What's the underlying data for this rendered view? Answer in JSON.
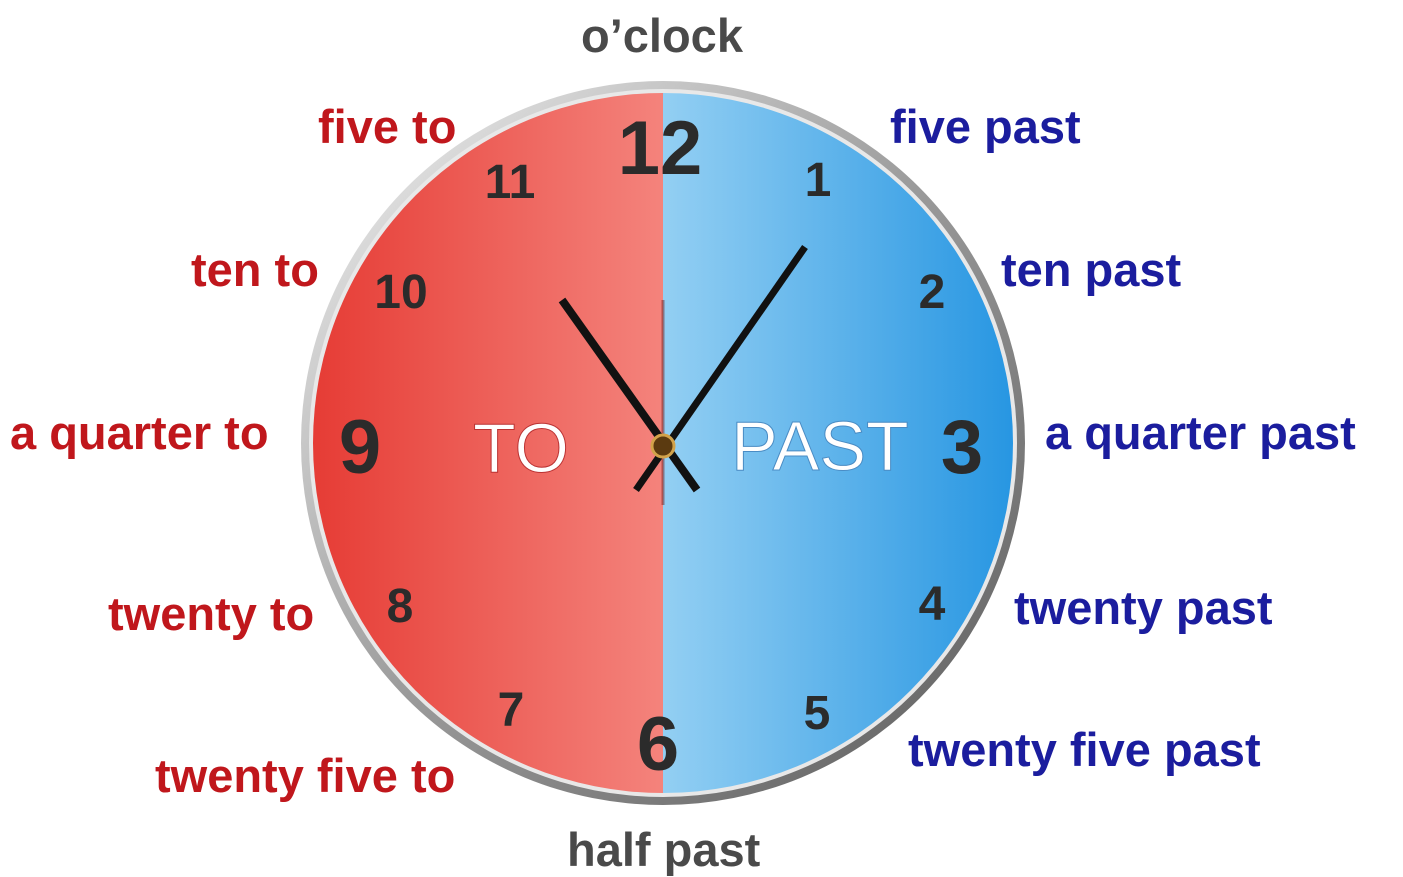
{
  "labels": {
    "oclock": "o’clock",
    "half_past": "half past",
    "to": {
      "five_to": "five to",
      "ten_to": "ten to",
      "quarter_to": "a quarter to",
      "twenty_to": "twenty to",
      "twenty_five_to": "twenty five to"
    },
    "past": {
      "five_past": "five past",
      "ten_past": "ten past",
      "quarter_past": "a quarter past",
      "twenty_past": "twenty past",
      "twenty_five_past": "twenty five past"
    }
  },
  "clock": {
    "numbers": [
      "12",
      "1",
      "2",
      "3",
      "4",
      "5",
      "6",
      "7",
      "8",
      "9",
      "10",
      "11"
    ],
    "to_text": "TO",
    "past_text": "PAST"
  },
  "colors": {
    "to_label": "#c0171c",
    "past_label": "#1b1d9e",
    "caption": "#4a4a4a",
    "to_half_dark": "#e8433c",
    "to_half_light": "#f28880",
    "past_half_light": "#8ccbf2",
    "past_half_dark": "#2a98e3"
  }
}
